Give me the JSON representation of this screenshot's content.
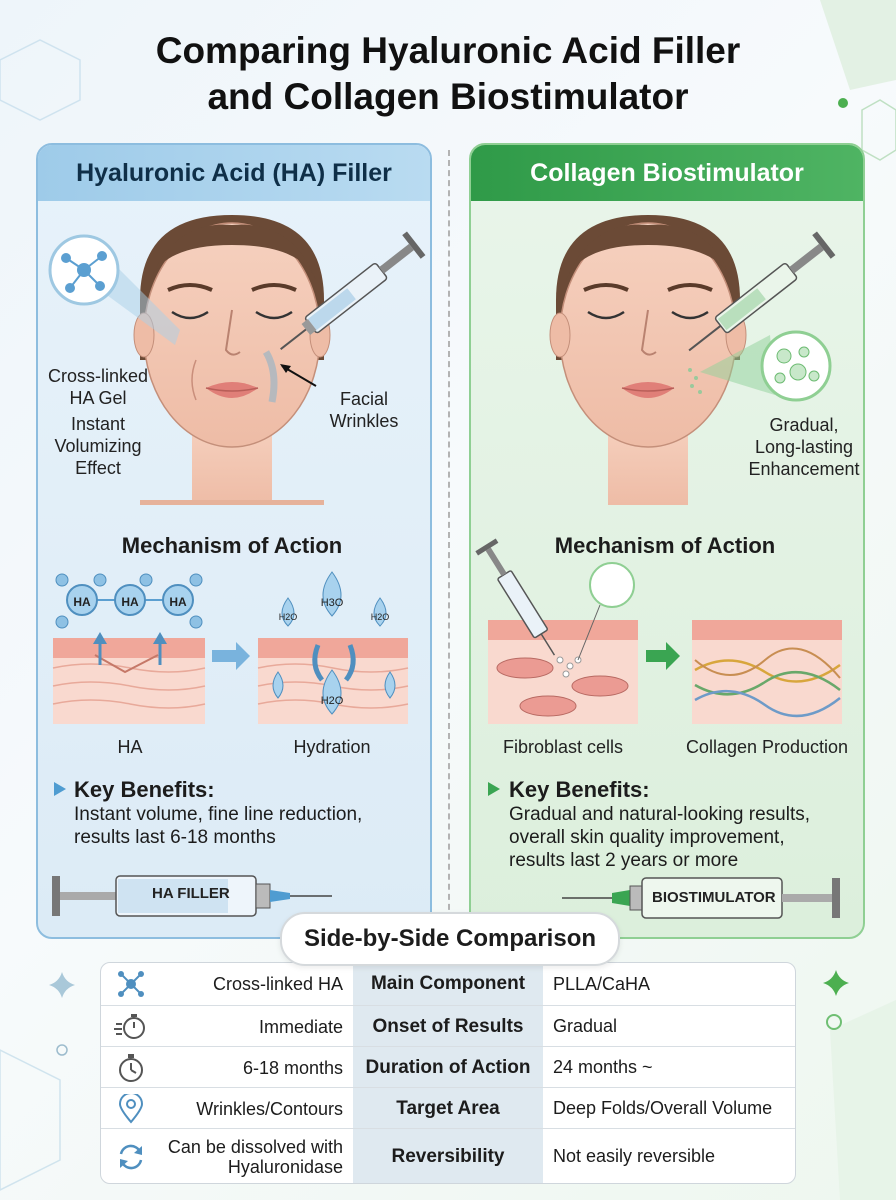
{
  "title": {
    "line1": "Comparing Hyaluronic Acid Filler",
    "line2": "and Collagen Biostimulator"
  },
  "left_panel": {
    "header": "Hyaluronic Acid (HA) Filler",
    "label_gel": [
      "Cross-linked",
      "HA Gel"
    ],
    "label_effect": [
      "Instant",
      "Volumizing",
      "Effect"
    ],
    "label_wrinkles": [
      "Facial",
      "Wrinkles"
    ],
    "mechanism_title": "Mechanism of Action",
    "molecule_labels": [
      "HA",
      "HA",
      "HA"
    ],
    "water_labels": [
      "H2O",
      "H3O",
      "H2O",
      "H2O"
    ],
    "caption_a": "HA",
    "caption_b": "Hydration",
    "benefits_title": "Key Benefits:",
    "benefits_text": [
      "Instant volume, fine line reduction,",
      "results last 6-18 months"
    ],
    "syringe_label": "HA FILLER"
  },
  "right_panel": {
    "header": "Collagen Biostimulator",
    "label_enhance": [
      "Gradual,",
      "Long-lasting",
      "Enhancement"
    ],
    "mechanism_title": "Mechanism of Action",
    "caption_a": "Fibroblast cells",
    "caption_b": "Collagen Production",
    "benefits_title": "Key Benefits:",
    "benefits_text": [
      "Gradual and natural-looking results,",
      "overall skin quality improvement,",
      "results last 2 years or more"
    ],
    "syringe_label": "BIOSTIMULATOR"
  },
  "comparison": {
    "title": "Side-by-Side Comparison",
    "rows": [
      {
        "icon": "molecule-icon",
        "left": "Cross-linked HA",
        "mid": "Main Component",
        "right": "PLLA/CaHA"
      },
      {
        "icon": "stopwatch-fast-icon",
        "left": "Immediate",
        "mid": "Onset of Results",
        "right": "Gradual"
      },
      {
        "icon": "timer-icon",
        "left": "6-18 months",
        "mid": "Duration of Action",
        "right": "24 months ~"
      },
      {
        "icon": "location-pin-icon",
        "left": "Wrinkles/Contours",
        "mid": "Target Area",
        "right": "Deep Folds/Overall Volume"
      },
      {
        "icon": "refresh-icon",
        "left_line1": "Can be dissolved with",
        "left_line2": "Hyaluronidase",
        "mid": "Reversibility",
        "right": "Not easily reversible"
      }
    ]
  },
  "colors": {
    "ha_blue": "#8dbddf",
    "bio_green": "#3aa552",
    "skin_pink": "#f4c3b4"
  }
}
